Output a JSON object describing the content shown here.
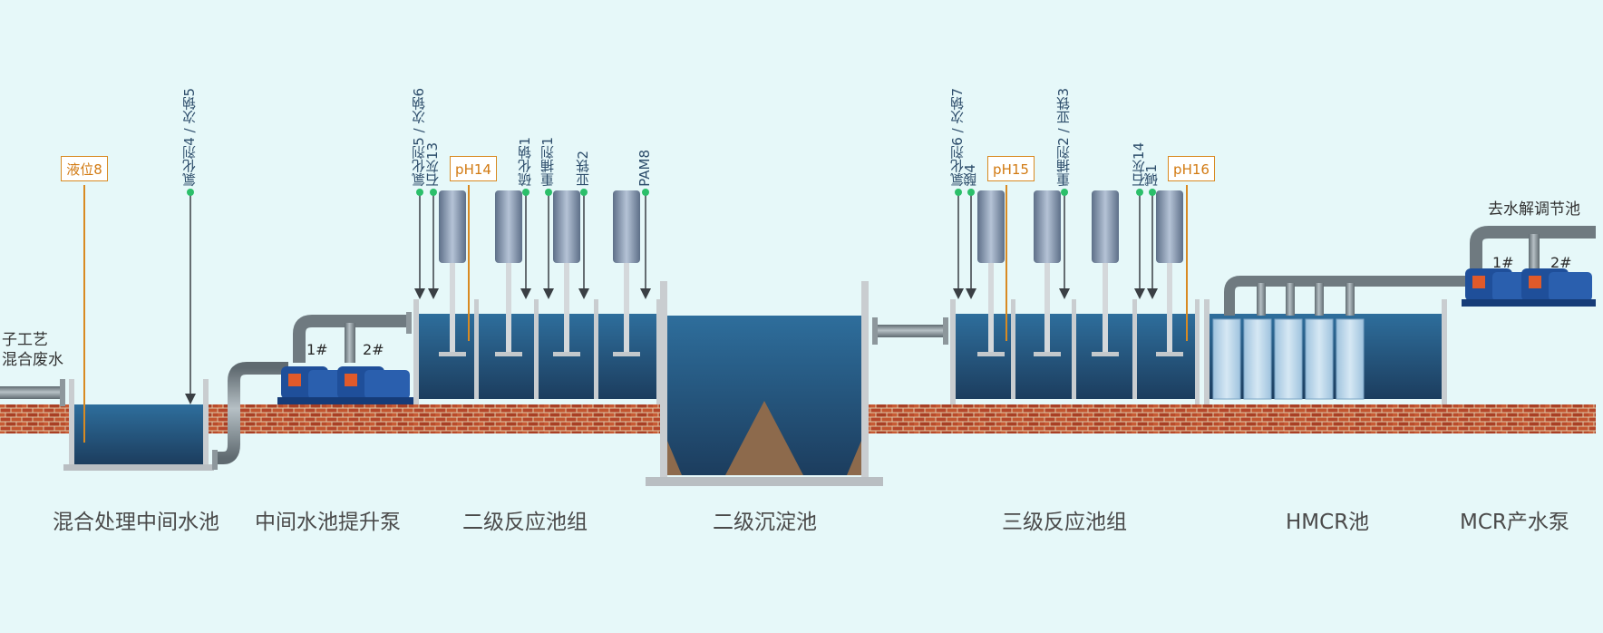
{
  "sections": {
    "mix_tank": "混合处理中间水池",
    "lift_pump": "中间水池提升泵",
    "stage2_reactor": "二级反应池组",
    "stage2_settling": "二级沉淀池",
    "stage3_reactor": "三级反应池组",
    "hmcr": "HMCR池",
    "mcr_pump": "MCR产水泵"
  },
  "inlet_label_1": "子工艺",
  "inlet_label_2": "混合废水",
  "outlet_label": "去水解调节池",
  "pumps": {
    "lift_1": "1#",
    "lift_2": "2#",
    "mcr_1": "1#",
    "mcr_2": "2#"
  },
  "instruments": {
    "level8": "液位8",
    "ph14": "pH14",
    "ph15": "pH15",
    "ph16": "pH16"
  },
  "dosing": {
    "d1": "氯化剂4 / 次钠5",
    "d2a": "氯化剂5 / 次钠6",
    "d2b": "石灰13",
    "d3": "硫化钠1",
    "d4": "重捕剂1",
    "d5": "亚铁2",
    "d6": "PAM8",
    "d7a": "氯化剂6 / 次钠7",
    "d7b": "酸4",
    "d8": "重捕剂2 / 亚铁3",
    "d9a": "石灰14",
    "d9b": "碱1"
  },
  "colors": {
    "background": "#e6f8f9",
    "water_top": "#2e6e9c",
    "water_bottom": "#1c3d5e",
    "pipe": "#7f8a90",
    "brick": "#b5462a",
    "sludge": "#8d6a4c",
    "pump_body": "#1f4f9a",
    "accent_orange": "#d88a22",
    "dosing_green": "#2bbf6a",
    "motor": "#8a9bb3"
  }
}
